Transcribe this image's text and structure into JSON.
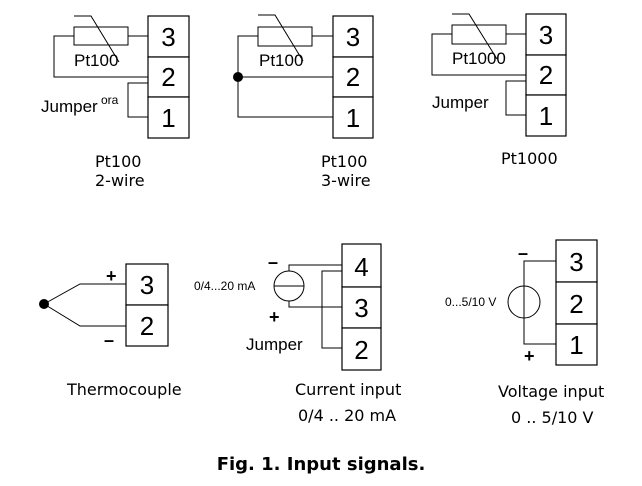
{
  "figure": {
    "title": "Fig. 1. Input signals."
  },
  "diagrams": {
    "pt100_2wire": {
      "resistor_label": "Pt100",
      "jumper_label": "Jumper",
      "stray_text": "ora",
      "terminals": [
        "3",
        "2",
        "1"
      ],
      "caption_line1": "Pt100",
      "caption_line2": "2-wire"
    },
    "pt100_3wire": {
      "resistor_label": "Pt100",
      "terminals": [
        "3",
        "2",
        "1"
      ],
      "caption_line1": "Pt100",
      "caption_line2": "3-wire"
    },
    "pt1000": {
      "resistor_label": "Pt1000",
      "jumper_label": "Jumper",
      "terminals": [
        "3",
        "2",
        "1"
      ],
      "caption_line1": "Pt1000"
    },
    "thermocouple": {
      "plus": "+",
      "minus": "–",
      "terminals": [
        "3",
        "2"
      ],
      "caption_line1": "Thermocouple"
    },
    "current_input": {
      "source_label": "0/4...20 mA",
      "plus": "+",
      "minus": "–",
      "jumper_label": "Jumper",
      "terminals": [
        "4",
        "3",
        "2"
      ],
      "caption_line1": "Current input",
      "caption_line2": "0/4 .. 20 mA"
    },
    "voltage_input": {
      "source_label": "0...5/10 V",
      "plus": "+",
      "minus": "–",
      "terminals": [
        "3",
        "2",
        "1"
      ],
      "caption_line1": "Voltage input",
      "caption_line2": "0 .. 5/10 V"
    }
  }
}
